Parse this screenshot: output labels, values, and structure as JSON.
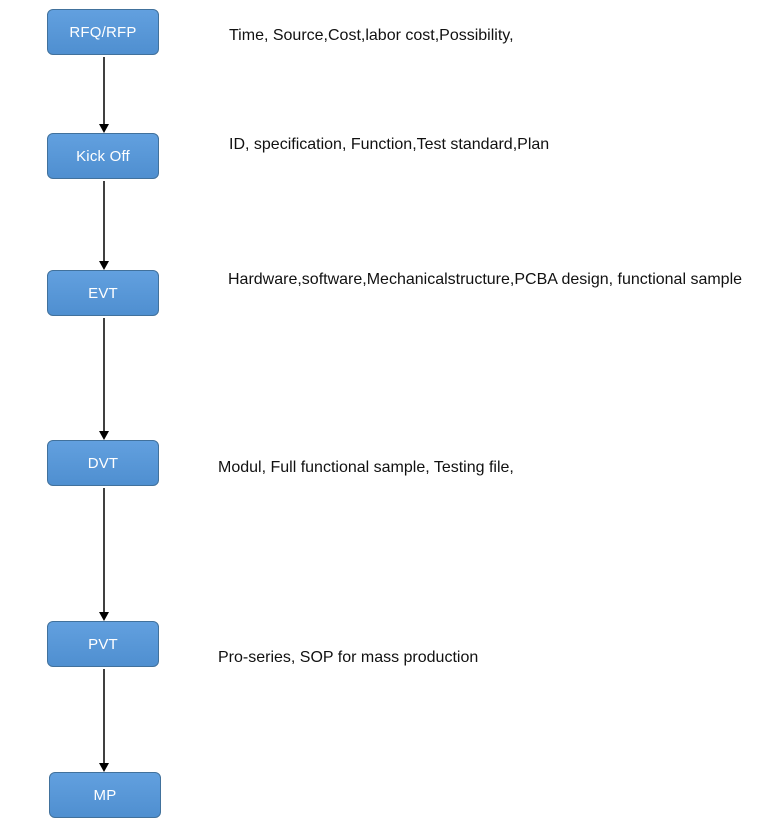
{
  "steps": [
    {
      "label": "RFQ/RFP",
      "description": "Time, Source,Cost,labor cost,Possibility,"
    },
    {
      "label": "Kick Off",
      "description": "ID, specification, Function,Test standard,Plan"
    },
    {
      "label": "EVT",
      "description": "Hardware,software,Mechanicalstructure,PCBA design, functional sample"
    },
    {
      "label": "DVT",
      "description": "Modul, Full functional sample, Testing file,"
    },
    {
      "label": "PVT",
      "description": "Pro-series, SOP for mass production"
    },
    {
      "label": "MP",
      "description": ""
    }
  ],
  "colors": {
    "box_fill": "#5b9bd5",
    "box_border": "#41719c",
    "box_text": "#ffffff",
    "arrow": "#000000",
    "description_text": "#111111"
  }
}
